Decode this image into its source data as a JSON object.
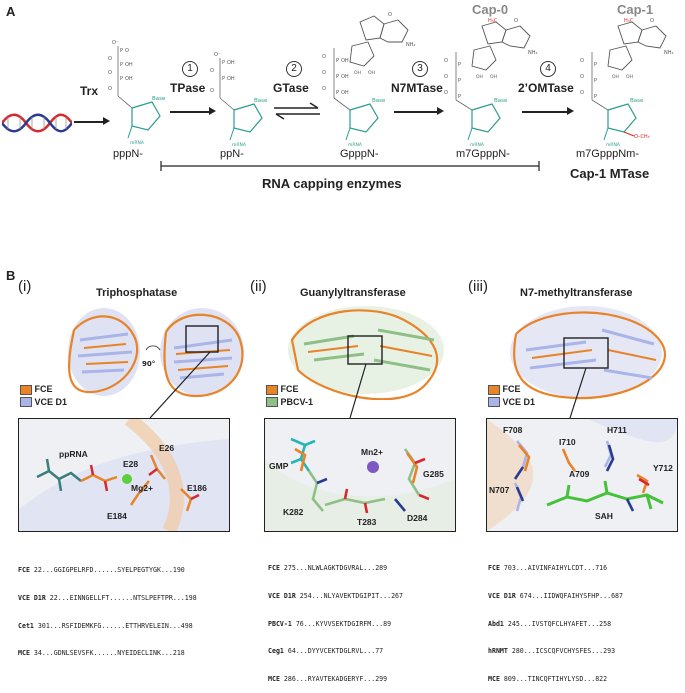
{
  "panel_a": {
    "letter": "A",
    "transcription": "Trx",
    "steps": [
      {
        "num": "1",
        "label": "TPase"
      },
      {
        "num": "2",
        "label": "GTase"
      },
      {
        "num": "3",
        "label": "N7MTase"
      },
      {
        "num": "4",
        "label": "2’OMTase"
      }
    ],
    "species": [
      "pppN-",
      "ppN-",
      "GpppN-",
      "m7GpppN-",
      "m7GpppNm-"
    ],
    "cap_labels": [
      "Cap-0",
      "Cap-1"
    ],
    "bracket_label": "RNA capping enzymes",
    "cap1_mtase": "Cap-1 MTase",
    "base_label": "Base",
    "mrna_label": "mRNA",
    "methyl_label": "H3C",
    "colors": {
      "dna_red": "#d6282d",
      "dna_blue": "#2b3b8f",
      "rna_teal": "#2a9d8f",
      "methyl_red": "#e0261b"
    }
  },
  "panel_b": {
    "letter": "B",
    "panels": [
      {
        "roman": "(i)",
        "title": "Triphosphatase",
        "rotation": "90°",
        "legend": [
          {
            "label": "FCE",
            "color": "#e8832a"
          },
          {
            "label": "VCE D1",
            "color": "#a9b4e8"
          }
        ],
        "labels": [
          "ppRNA",
          "E26",
          "E28",
          "Mg2+",
          "E186",
          "E184"
        ],
        "alignment": [
          {
            "name": "FCE",
            "seq": "22...GGIGPELRFD......SYELPEGTYGK...190"
          },
          {
            "name": "VCE D1R",
            "seq": "22...EINNGELLFT......NTSLPEFTPR...198"
          },
          {
            "name": "Cet1",
            "seq": "301...RSFIDEMKFG......ETTHRVELEIN...498"
          },
          {
            "name": "MCE",
            "seq": "34...GDNLSEVSFK......NYEIDECLINK...218"
          }
        ]
      },
      {
        "roman": "(ii)",
        "title": "Guanylyltransferase",
        "legend": [
          {
            "label": "FCE",
            "color": "#e8832a"
          },
          {
            "label": "PBCV-1",
            "color": "#8fbf86"
          }
        ],
        "labels": [
          "GMP",
          "Mn2+",
          "G285",
          "K282",
          "T283",
          "D284"
        ],
        "alignment": [
          {
            "name": "FCE",
            "seq": "275...NLWLAGKTDGVRAL...289"
          },
          {
            "name": "VCE D1R",
            "seq": "254...NLYAVEKTDGIPIT...267"
          },
          {
            "name": "PBCV-1",
            "seq": "76...KYVVSEKTDGIRFM...89"
          },
          {
            "name": "Ceg1",
            "seq": "64...DYYVCEKTDGLRVL...77"
          },
          {
            "name": "MCE",
            "seq": "286...RYAVTEKADGERYF...299"
          }
        ]
      },
      {
        "roman": "(iii)",
        "title": "N7-methyltransferase",
        "legend": [
          {
            "label": "FCE",
            "color": "#e8832a"
          },
          {
            "label": "VCE D1",
            "color": "#a9b4e8"
          }
        ],
        "labels": [
          "F708",
          "I710",
          "H711",
          "A709",
          "Y712",
          "N707",
          "SAH"
        ],
        "alignment": [
          {
            "name": "FCE",
            "seq": "703...AIVINFAIHYLCDT...716"
          },
          {
            "name": "VCE D1R",
            "seq": "674...IIDWQFAIHYSFHP...687"
          },
          {
            "name": "Abd1",
            "seq": "245...IVSTQFCLHYAFET...258"
          },
          {
            "name": "hRNMT",
            "seq": "280...ICSCQFVCHYSFES...293"
          },
          {
            "name": "MCE",
            "seq": "809...TINCQFTIHYLYSD...822"
          }
        ]
      }
    ]
  }
}
